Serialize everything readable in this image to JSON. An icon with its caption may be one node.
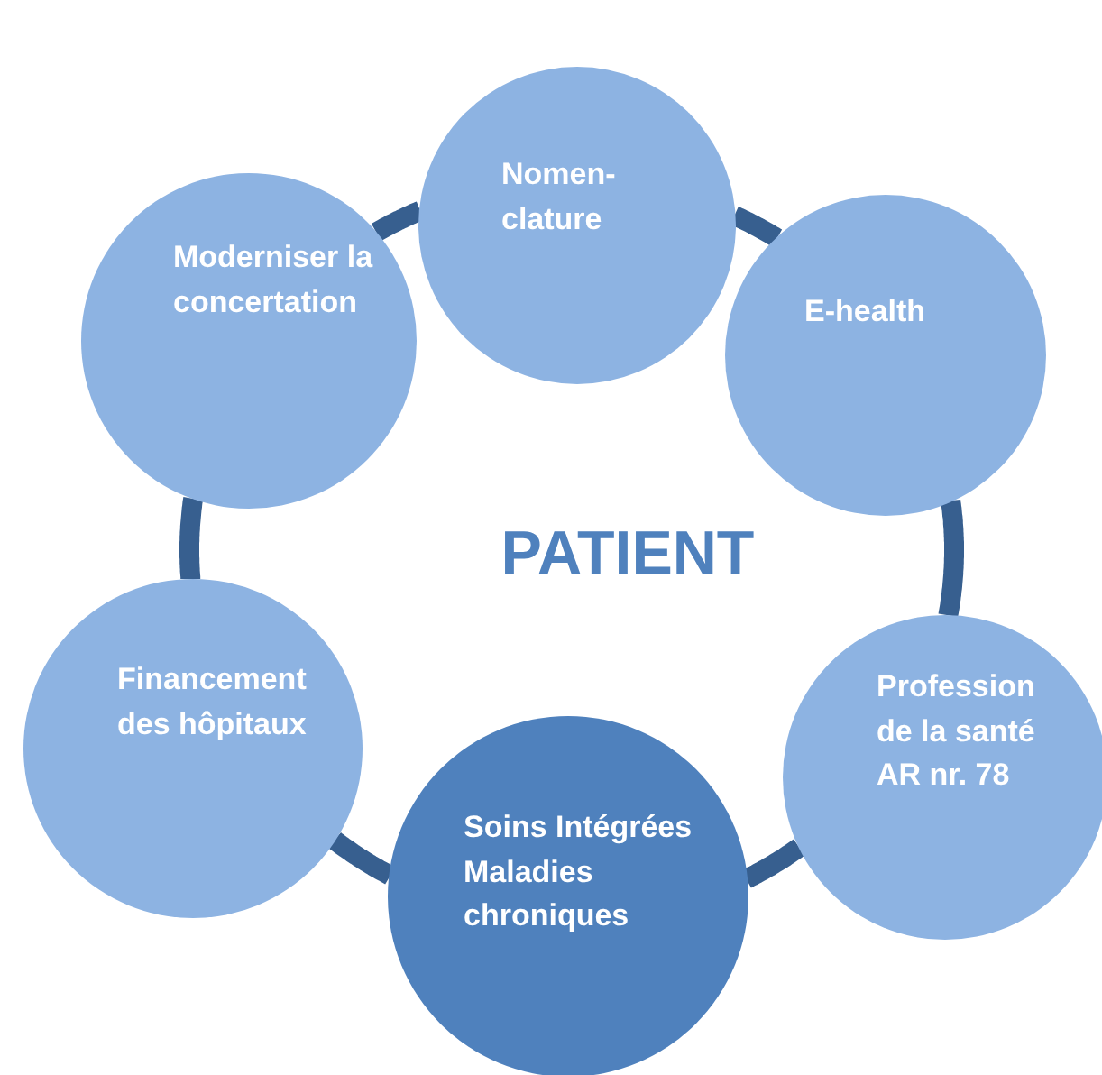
{
  "diagram": {
    "nodes": [
      {
        "text": [
          "Nomen-clature"
        ]
      },
      {
        "text": [
          "Moderniser la concertation"
        ]
      },
      {
        "text": [
          "E-health"
        ]
      },
      {
        "text": [
          "Financement des hôpitaux"
        ]
      },
      {
        "text": [
          "Profession de la santé AR nr. 78"
        ]
      },
      {
        "text": [
          "Soins Intégrées Maladies chroniques"
        ]
      }
    ],
    "edges": [
      {
        "from": 0,
        "to": 2,
        "arrow": "none"
      },
      {
        "from": 2,
        "to": 4,
        "arrow": "none"
      },
      {
        "from": 4,
        "to": 5,
        "arrow": "none"
      },
      {
        "from": 5,
        "to": 3,
        "arrow": "none"
      },
      {
        "from": 3,
        "to": 1,
        "arrow": "none"
      },
      {
        "from": 1,
        "to": 0,
        "arrow": "none"
      }
    ],
    "labels": [
      "PATIENT"
    ]
  }
}
